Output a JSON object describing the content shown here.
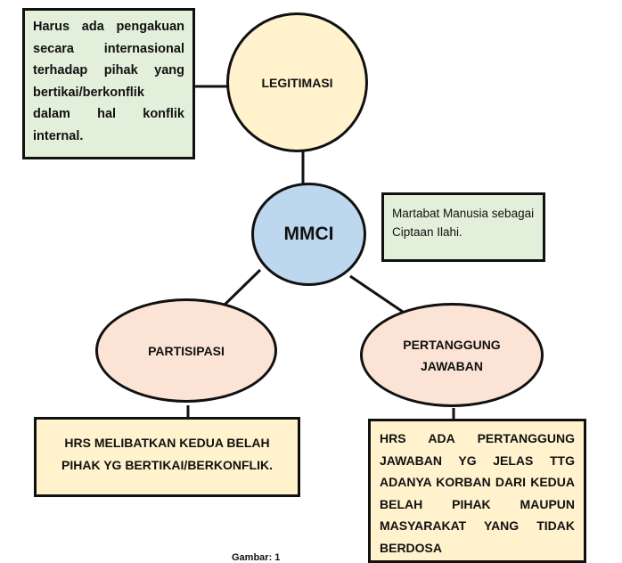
{
  "colors": {
    "green_box": "#e2efda",
    "yellow": "#fff2cc",
    "blue": "#bdd7ee",
    "peach": "#fbe4d5",
    "border": "#111111"
  },
  "nodes": {
    "legitimasi": {
      "label": "LEGITIMASI"
    },
    "mmci": {
      "label": "MMCI"
    },
    "partisipasi": {
      "label": "PARTISIPASI"
    },
    "pertanggung_jawaban": {
      "label": "PERTANGGUNG JAWABAN"
    }
  },
  "notes": {
    "legitimasi_note": "Harus ada pengakuan secara internasional terhadap pihak yang bertikai/berkonflik dalam hal konflik internal.",
    "mmci_note": "Martabat Manusia sebagai Ciptaan Ilahi.",
    "partisipasi_note": "HRS MELIBATKAN KEDUA BELAH PIHAK YG BERTIKAI/BERKONFLIK.",
    "pertanggung_note": "HRS ADA PERTANGGUNG JAWABAN YG JELAS TTG ADANYA KORBAN DARI KEDUA BELAH PIHAK MAUPUN MASYARAKAT YANG TIDAK BERDOSA"
  },
  "caption": "Gambar: 1"
}
